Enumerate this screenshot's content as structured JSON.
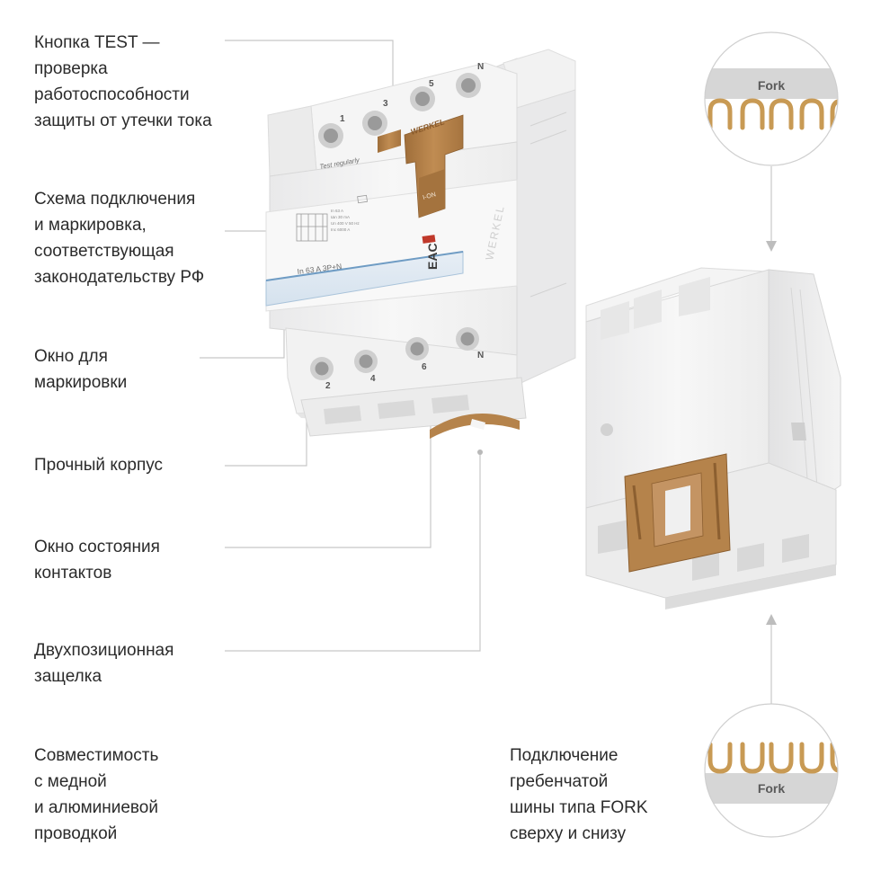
{
  "callouts": {
    "test_button": [
      "Кнопка TEST —",
      "проверка",
      "работоспособности",
      "защиты от утечки тока"
    ],
    "wiring_scheme": [
      "Схема подключения",
      "и маркировка,",
      "соответствующая",
      "законодательству РФ"
    ],
    "marking_window": [
      "Окно для",
      "маркировки"
    ],
    "housing": [
      "Прочный корпус"
    ],
    "contact_window": [
      "Окно состояния",
      "контактов"
    ],
    "latch": [
      "Двухпозиционная",
      "защелка"
    ],
    "compatibility": [
      "Совместимость",
      "с медной",
      "и алюминиевой",
      "проводкой"
    ],
    "fork_busbar": [
      "Подключение",
      "гребенчатой",
      "шины типа FORK",
      "сверху и снизу"
    ]
  },
  "device": {
    "brand": "WERKEL",
    "test_text": "Test regularly",
    "handle_text": "I-ON",
    "rating": "In 63 A 3P+N",
    "mark": "EAC",
    "vertical_brand": "WERKEL",
    "terminals_top": [
      "1",
      "3",
      "5",
      "N"
    ],
    "terminals_bottom": [
      "2",
      "4",
      "6",
      "N"
    ],
    "specs": [
      "In 63 A",
      "IΔn 30 mA",
      "Un 400 V 50 Hz",
      "Inc 6000 A"
    ]
  },
  "fork_insets": {
    "top_label": "Fork",
    "bottom_label": "Fork"
  },
  "colors": {
    "text": "#2b2b2b",
    "leader": "#c7c7c7",
    "body": "#f1f1f1",
    "handle": "#b5834b",
    "brass": "#c89a54",
    "marking_strip": "#8fb7d6"
  }
}
